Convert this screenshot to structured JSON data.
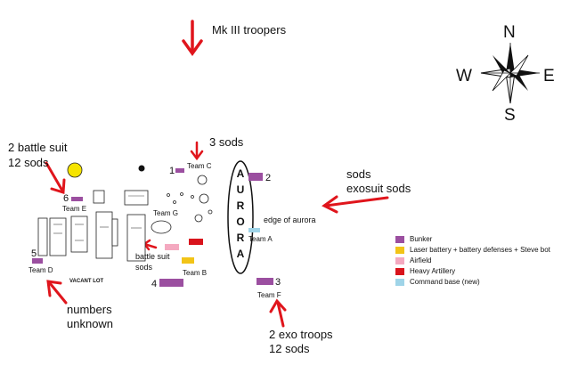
{
  "annotations": {
    "mk3_troopers": "Mk III troopers",
    "three_sods": "3 sods",
    "two_battle_suit": "2 battle suit",
    "twelve_sods_west": "12 sods",
    "sods_east": "sods",
    "exosuit_sods": "exosuit sods",
    "edge_of_aurora": "edge of aurora",
    "battle_suit_sods_line1": "battle suit",
    "battle_suit_sods_line2": "sods",
    "numbers": "numbers",
    "unknown": "unknown",
    "two_exo_troops": "2 exo troops",
    "twelve_sods_south": "12 sods",
    "vacant_lot": "VACANT LOT"
  },
  "compass": {
    "n": "N",
    "s": "S",
    "e": "E",
    "w": "W"
  },
  "aurora_letters": [
    "A",
    "U",
    "R",
    "O",
    "R",
    "A"
  ],
  "bunker_numbers": {
    "b1": "1",
    "b2": "2",
    "b3": "3",
    "b4": "4",
    "b5": "5",
    "b6": "6"
  },
  "teams": {
    "a": "Team A",
    "b": "Team B",
    "c": "Team C",
    "d": "Team D",
    "e": "Team E",
    "f": "Team F",
    "g": "Team G"
  },
  "legend": [
    {
      "label": "Bunker",
      "color": "#9b4fa0"
    },
    {
      "label": "Laser battery + battery defenses + Steve bot",
      "color": "#f2c417"
    },
    {
      "label": "Airfield",
      "color": "#f4a9c0"
    },
    {
      "label": "Heavy Artillery",
      "color": "#d9141c"
    },
    {
      "label": "Command base (new)",
      "color": "#9fd4e8"
    }
  ]
}
